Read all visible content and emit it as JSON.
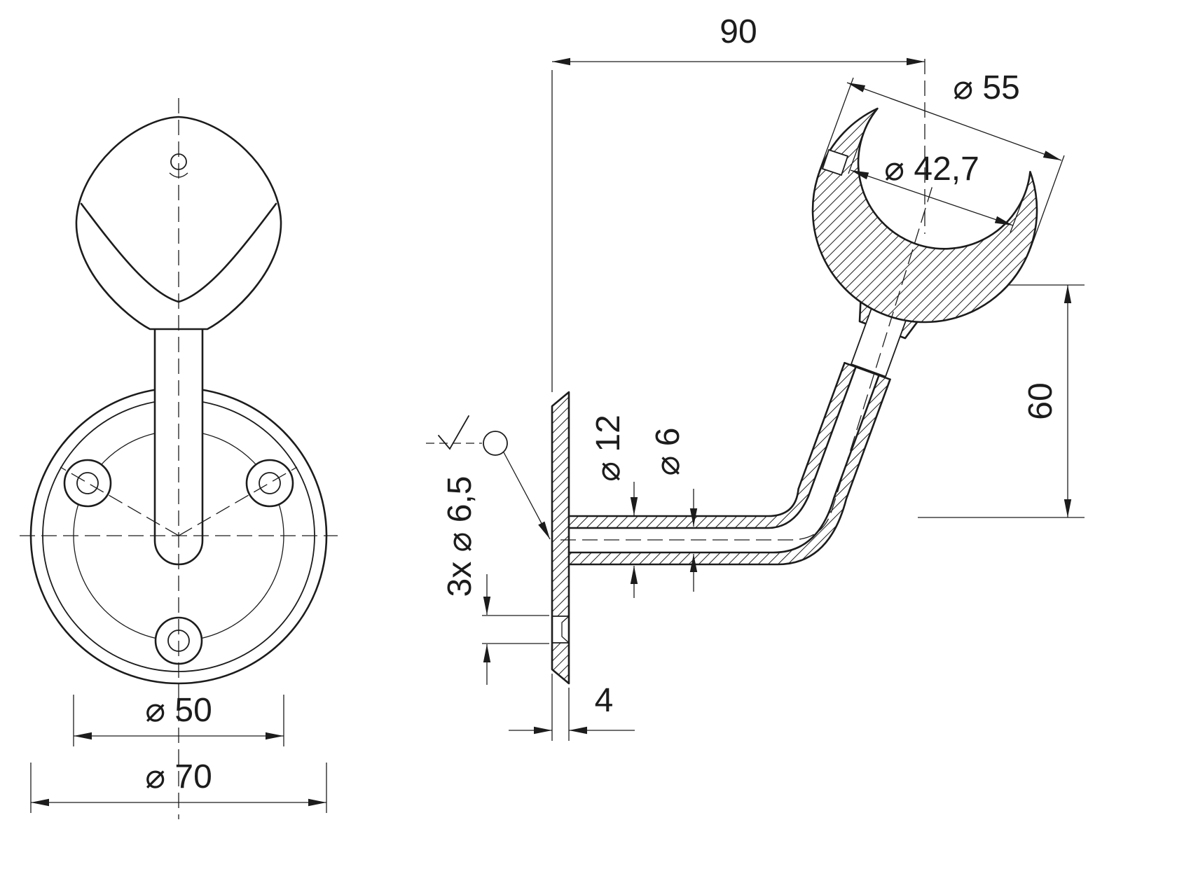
{
  "drawing": {
    "background": "#ffffff",
    "line_color": "#1c1c1c",
    "front_view": {
      "dims": {
        "bolt_circle": "⌀ 50",
        "base": "⌀ 70"
      }
    },
    "side_view": {
      "dims": {
        "reach": "90",
        "cup_outer": "⌀ 55",
        "cup_seat": "⌀ 42,7",
        "height": "60",
        "arm_od": "⌀ 12",
        "arm_bore": "⌀ 6",
        "holes": "3x ⌀ 6,5",
        "plate": "4"
      }
    }
  }
}
